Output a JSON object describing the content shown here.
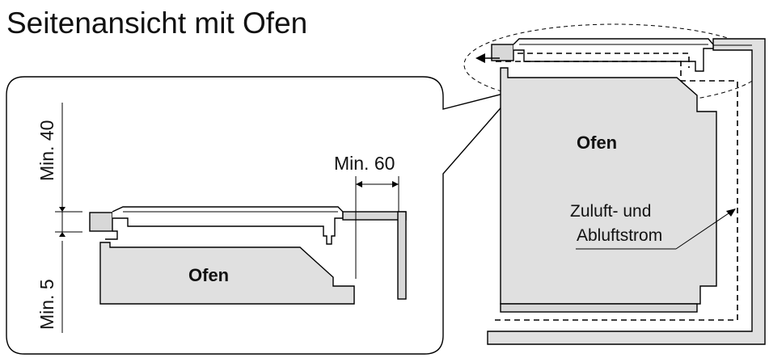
{
  "title": "Seitenansicht mit Ofen",
  "detail": {
    "min_top": "Min. 40",
    "min_side": "Min. 60",
    "min_bottom": "Min. 5",
    "oven": "Ofen"
  },
  "overview": {
    "oven": "Ofen",
    "airflow_line1": "Zuluft- und",
    "airflow_line2": "Abluftstrom"
  },
  "colors": {
    "fill": "#e0e0e0",
    "stroke": "#000000"
  }
}
